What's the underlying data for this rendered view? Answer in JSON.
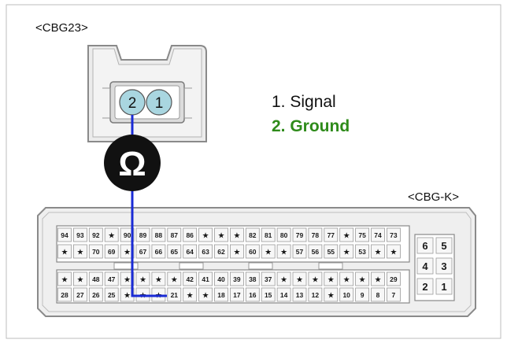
{
  "connector_top": {
    "label": "<CBG23>",
    "pin_left": "2",
    "pin_right": "1"
  },
  "connector_ecu": {
    "label": "<CBG-K>",
    "row1": [
      "94",
      "93",
      "92",
      "★",
      "90",
      "89",
      "88",
      "87",
      "86",
      "★",
      "★",
      "★",
      "82",
      "81",
      "80",
      "79",
      "78",
      "77",
      "★",
      "75",
      "74",
      "73"
    ],
    "row2": [
      "★",
      "★",
      "70",
      "69",
      "★",
      "67",
      "66",
      "65",
      "64",
      "63",
      "62",
      "★",
      "60",
      "★",
      "★",
      "57",
      "56",
      "55",
      "★",
      "53",
      "★",
      "★"
    ],
    "row3": [
      "★",
      "★",
      "48",
      "47",
      "★",
      "★",
      "★",
      "★",
      "42",
      "41",
      "40",
      "39",
      "38",
      "37",
      "★",
      "★",
      "★",
      "★",
      "★",
      "★",
      "★",
      "29"
    ],
    "row4": [
      "28",
      "27",
      "26",
      "25",
      "★",
      "★",
      "★",
      "21",
      "★",
      "★",
      "18",
      "17",
      "16",
      "15",
      "14",
      "13",
      "12",
      "★",
      "10",
      "9",
      "8",
      "7"
    ],
    "side_pins": [
      [
        "6",
        "5"
      ],
      [
        "4",
        "3"
      ],
      [
        "2",
        "1"
      ]
    ]
  },
  "legend": {
    "item1": "1. Signal",
    "item2": "2. Ground",
    "item2_color": "#2e8b1a"
  },
  "meter": {
    "icon": "ohm-icon",
    "symbol": "Ω"
  },
  "wire_color": "#1a2bd6"
}
